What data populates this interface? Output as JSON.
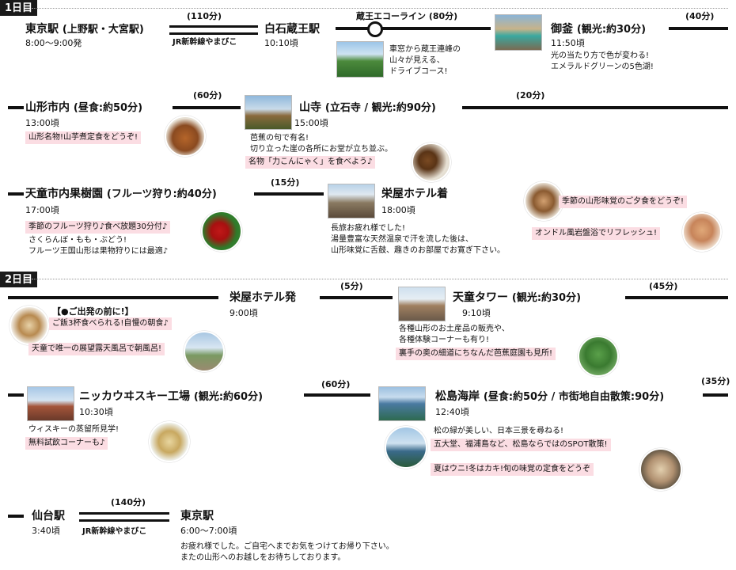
{
  "day1": {
    "tab": "1日目",
    "tokyo": {
      "name": "東京駅",
      "sub": "(上野駅・大宮駅)",
      "time": "8:00〜9:00発"
    },
    "rail1": {
      "duration": "(110分)",
      "label": "JR新幹線やまびこ"
    },
    "shiroishi": {
      "name": "白石蔵王駅",
      "time": "10:10頃"
    },
    "ecoline": {
      "label": "蔵王エコーライン (80分)",
      "note1": "車窓から蔵王連峰の",
      "note2": "山々が見える、",
      "note3": "ドライブコース!"
    },
    "okama": {
      "name": "御釜",
      "sub": "(観光:約30分)",
      "time": "11:50頃",
      "note1": "光の当たり方で色が変わる!",
      "note2": "エメラルドグリーンの5色湖!",
      "next": "(40分)"
    },
    "yamagata": {
      "name": "山形市内",
      "sub": "(昼食:約50分)",
      "time": "13:00頃",
      "pink": "山形名物!山芋煮定食をどうぞ!",
      "next": "(60分)"
    },
    "yamadera": {
      "name": "山寺",
      "sub": "(立石寺 / 観光:約90分)",
      "time": "15:00頃",
      "note1": "芭蕉の句で有名!",
      "note2": "切り立った崖の各所にお堂が立ち並ぶ。",
      "pink": "名物「力こんにゃく」を食べよう♪",
      "next": "(20分)"
    },
    "orchard": {
      "name": "天童市内果樹園",
      "sub": "(フルーツ狩り:約40分)",
      "time": "17:00頃",
      "pink": "季節のフルーツ狩り♪食べ放題30分付♪",
      "note1": "さくらんぼ・もも・ぶどう!",
      "note2": "フルーツ王国山形は果物狩りには最適♪",
      "next": "(15分)"
    },
    "hotel": {
      "name": "栄屋ホテル着",
      "time": "18:00頃",
      "note1": "長旅お疲れ様でした!",
      "note2": "湯量豊富な天然温泉で汗を流した後は、",
      "note3": "山形味覚に舌鼓、趣きのお部屋でお寛ぎ下さい。",
      "pink1": "季節の山形味覚のご夕食をどうぞ!",
      "pink2": "オンドル風岩盤浴でリフレッシュ!"
    }
  },
  "day2": {
    "tab": "2日目",
    "breakfast": {
      "heading": "【●ご出発の前に!】",
      "pink1": "ご飯3杯食べられる!自慢の朝食♪",
      "pink2": "天童で唯一の展望露天風呂で朝風呂!"
    },
    "hotel_dep": {
      "name": "栄屋ホテル発",
      "time": "9:00頃",
      "next": "(5分)"
    },
    "tower": {
      "name": "天童タワー",
      "sub": "(観光:約30分)",
      "time": "9:10頃",
      "note1": "各種山形のお土産品の販売や、",
      "note2": "各種体験コーナーも有り!",
      "pink": "裏手の奥の細道にちなんだ芭蕉庭園も見所!",
      "next": "(45分)"
    },
    "nikka": {
      "name": "ニッカウヰスキー工場",
      "sub": "(観光:約60分)",
      "time": "10:30頃",
      "note1": "ウィスキーの蒸留所見学!",
      "pink": "無料試飲コーナーも♪",
      "next": "(60分)"
    },
    "matsushima": {
      "name": "松島海岸",
      "sub": "(昼食:約50分 / 市街地自由散策:90分)",
      "time": "12:40頃",
      "note1": "松の緑が美しい、日本三景を尋ねる!",
      "pink1": "五大堂、福浦島など、松島ならではのSPOT散策!",
      "pink2": "夏はウニ!冬はカキ!旬の味覚の定食をどうぞ",
      "next": "(35分)"
    },
    "sendai": {
      "name": "仙台駅",
      "time": "3:40頃"
    },
    "rail2": {
      "duration": "(140分)",
      "label": "JR新幹線やまびこ"
    },
    "tokyo2": {
      "name": "東京駅",
      "time": "6:00〜7:00頃",
      "note1": "お疲れ様でした。ご自宅へまでお気をつけてお帰り下さい。",
      "note2": "またの山形へのお越しをお待ちしております。"
    }
  }
}
